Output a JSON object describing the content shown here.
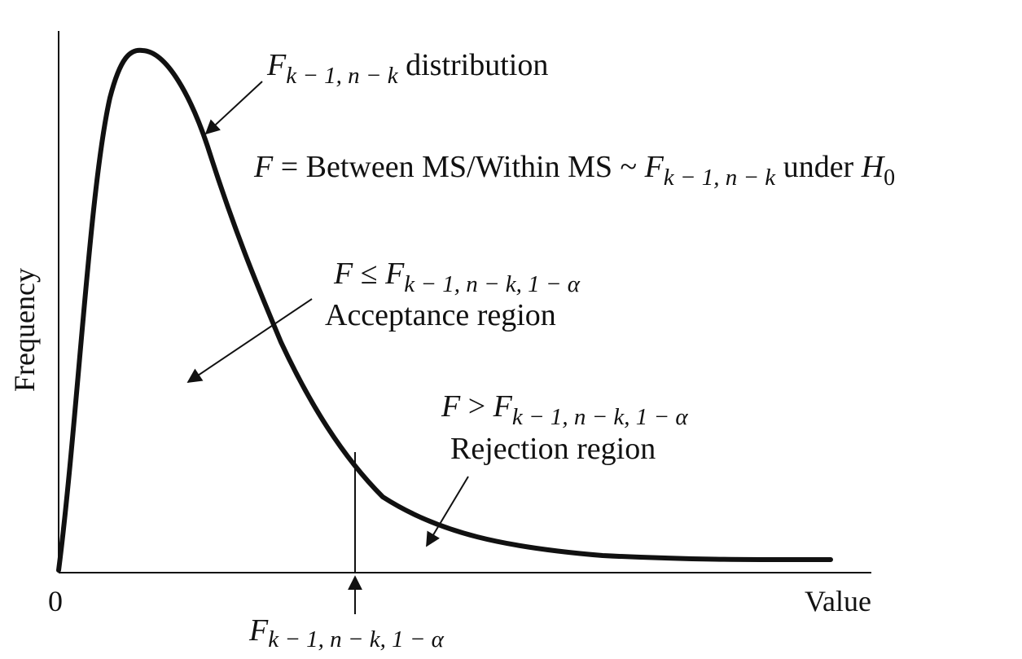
{
  "axes": {
    "y_label": "Frequency",
    "x_label": "Value",
    "origin_label": "0"
  },
  "annotations": {
    "distribution": {
      "F": "F",
      "sub": "k − 1, n − k",
      "text": " distribution"
    },
    "statistic": {
      "F": "F",
      "mid": " = Between MS/Within MS ~ ",
      "F2": "F",
      "sub": "k − 1, n − k",
      "text": " under ",
      "H": "H",
      "Hsub": "0"
    },
    "acceptance": {
      "cond_F": "F",
      "cond_op": " ≤ ",
      "cond_F2": "F",
      "cond_sub": "k − 1, n − k, 1 − α",
      "label": "Acceptance region"
    },
    "rejection": {
      "cond_F": "F",
      "cond_op": " > ",
      "cond_F2": "F",
      "cond_sub": "k − 1, n − k, 1 − α",
      "label": "Rejection region"
    },
    "critical_value": {
      "F": "F",
      "sub": "k − 1, n − k, 1 − α"
    }
  },
  "colors": {
    "curve": "#111111",
    "axis": "#111111"
  }
}
